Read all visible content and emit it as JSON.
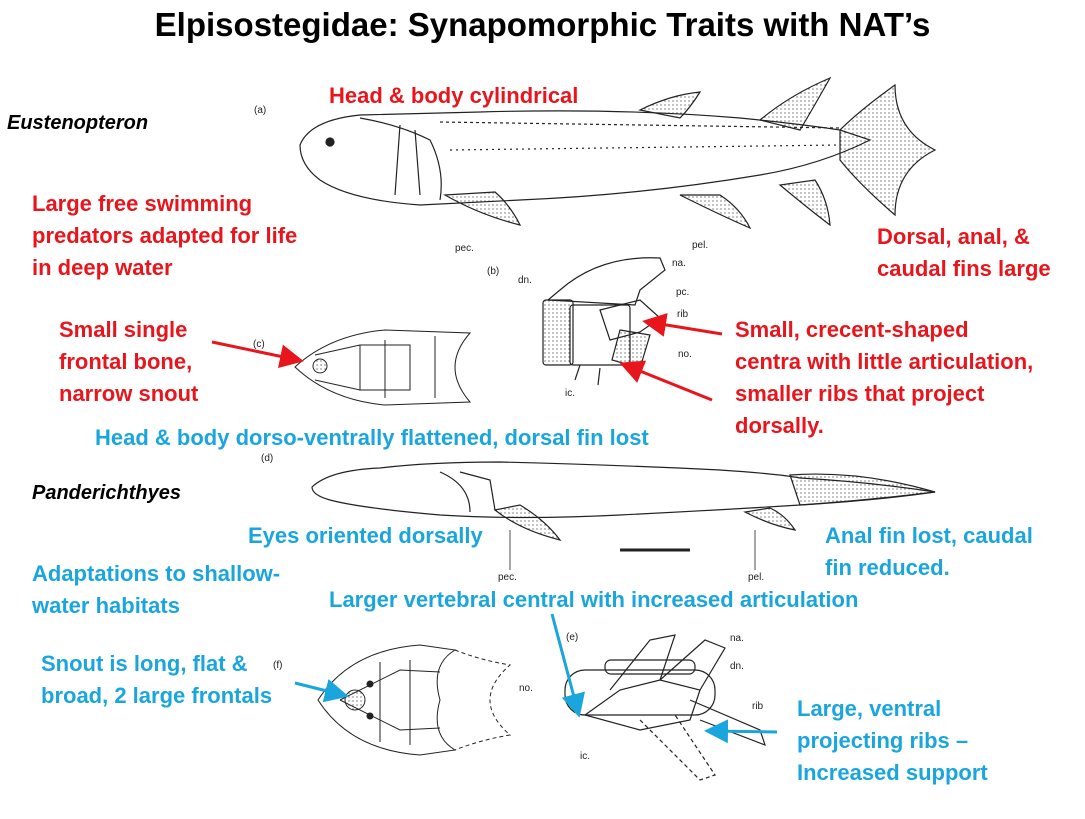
{
  "title": "Elpisostegidae: Synapomorphic Traits with NAT’s",
  "species": {
    "top": "Eustenopteron",
    "bottom": "Panderichthyes"
  },
  "panel_letters": {
    "a": "(a)",
    "b": "(b)",
    "c": "(c)",
    "d": "(d)",
    "e": "(e)",
    "f": "(f)"
  },
  "figure_labels": {
    "pec_top": "pec.",
    "pel_top": "pel.",
    "na_b": "na.",
    "dn_b": "dn.",
    "pc_b": "pc.",
    "rib_b": "rib",
    "no_b": "no.",
    "ic_b": "ic.",
    "pec_bottom": "pec.",
    "pel_bottom": "pel.",
    "na_e": "na.",
    "dn_e": "dn.",
    "no_e": "no.",
    "rib_e": "rib",
    "ic_e": "ic."
  },
  "red_notes": {
    "head_body": "Head & body cylindrical",
    "predators": [
      "Large free swimming",
      "predators adapted for life",
      "in deep water"
    ],
    "fins_large": [
      "Dorsal, anal, &",
      "caudal fins large"
    ],
    "frontal": [
      "Small single",
      "frontal bone,",
      "narrow snout"
    ],
    "centra": [
      "Small, crecent-shaped",
      "centra with little articulation,",
      "smaller ribs that project",
      "dorsally."
    ]
  },
  "blue_notes": {
    "flattened": "Head & body dorso-ventrally flattened, dorsal fin lost",
    "eyes": "Eyes oriented dorsally",
    "anal_lost": [
      "Anal fin lost, caudal",
      "fin reduced."
    ],
    "shallow": [
      "Adaptations to shallow-",
      "water habitats"
    ],
    "vertebral": "Larger vertebral central with increased articulation",
    "snout": [
      "Snout is long, flat &",
      "broad, 2 large frontals"
    ],
    "ribs": [
      "Large, ventral",
      "projecting ribs –",
      "Increased support"
    ]
  },
  "colors": {
    "red": "#e8161c",
    "blue": "#1aa6dd"
  }
}
